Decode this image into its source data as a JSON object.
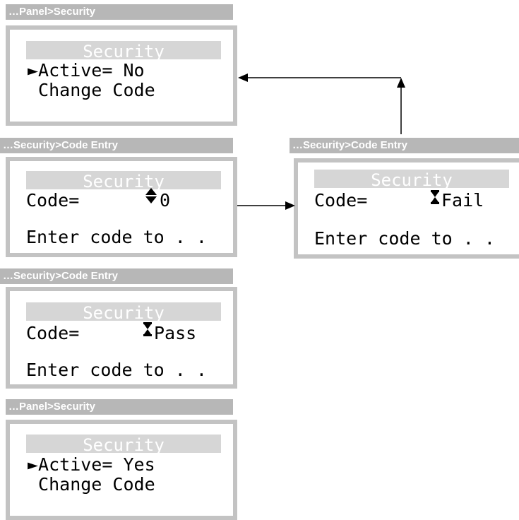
{
  "screens": [
    {
      "breadcrumb": "…Panel>Security",
      "title": "Security",
      "lines": [
        "►Active= No",
        " Change Code"
      ]
    },
    {
      "breadcrumb": "…Security>Code Entry",
      "title": "Security",
      "label": "Code=",
      "value": "0",
      "indicator": "up-down-arrows-icon",
      "footer": "Enter code to . ."
    },
    {
      "breadcrumb": "…Security>Code Entry",
      "title": "Security",
      "label": "Code=",
      "value": "Fail",
      "indicator": "hourglass-icon",
      "footer": "Enter code to . ."
    },
    {
      "breadcrumb": "…Security>Code Entry",
      "title": "Security",
      "label": "Code=",
      "value": "Pass",
      "indicator": "hourglass-icon",
      "footer": "Enter code to . ."
    },
    {
      "breadcrumb": "…Panel>Security",
      "title": "Security",
      "lines": [
        "►Active= Yes",
        " Change Code"
      ]
    }
  ],
  "colors": {
    "breadcrumb_bg": "#b7b7b7",
    "frame": "#c3c3c3",
    "title_bar": "#d6d6d6",
    "text": "#000000"
  }
}
